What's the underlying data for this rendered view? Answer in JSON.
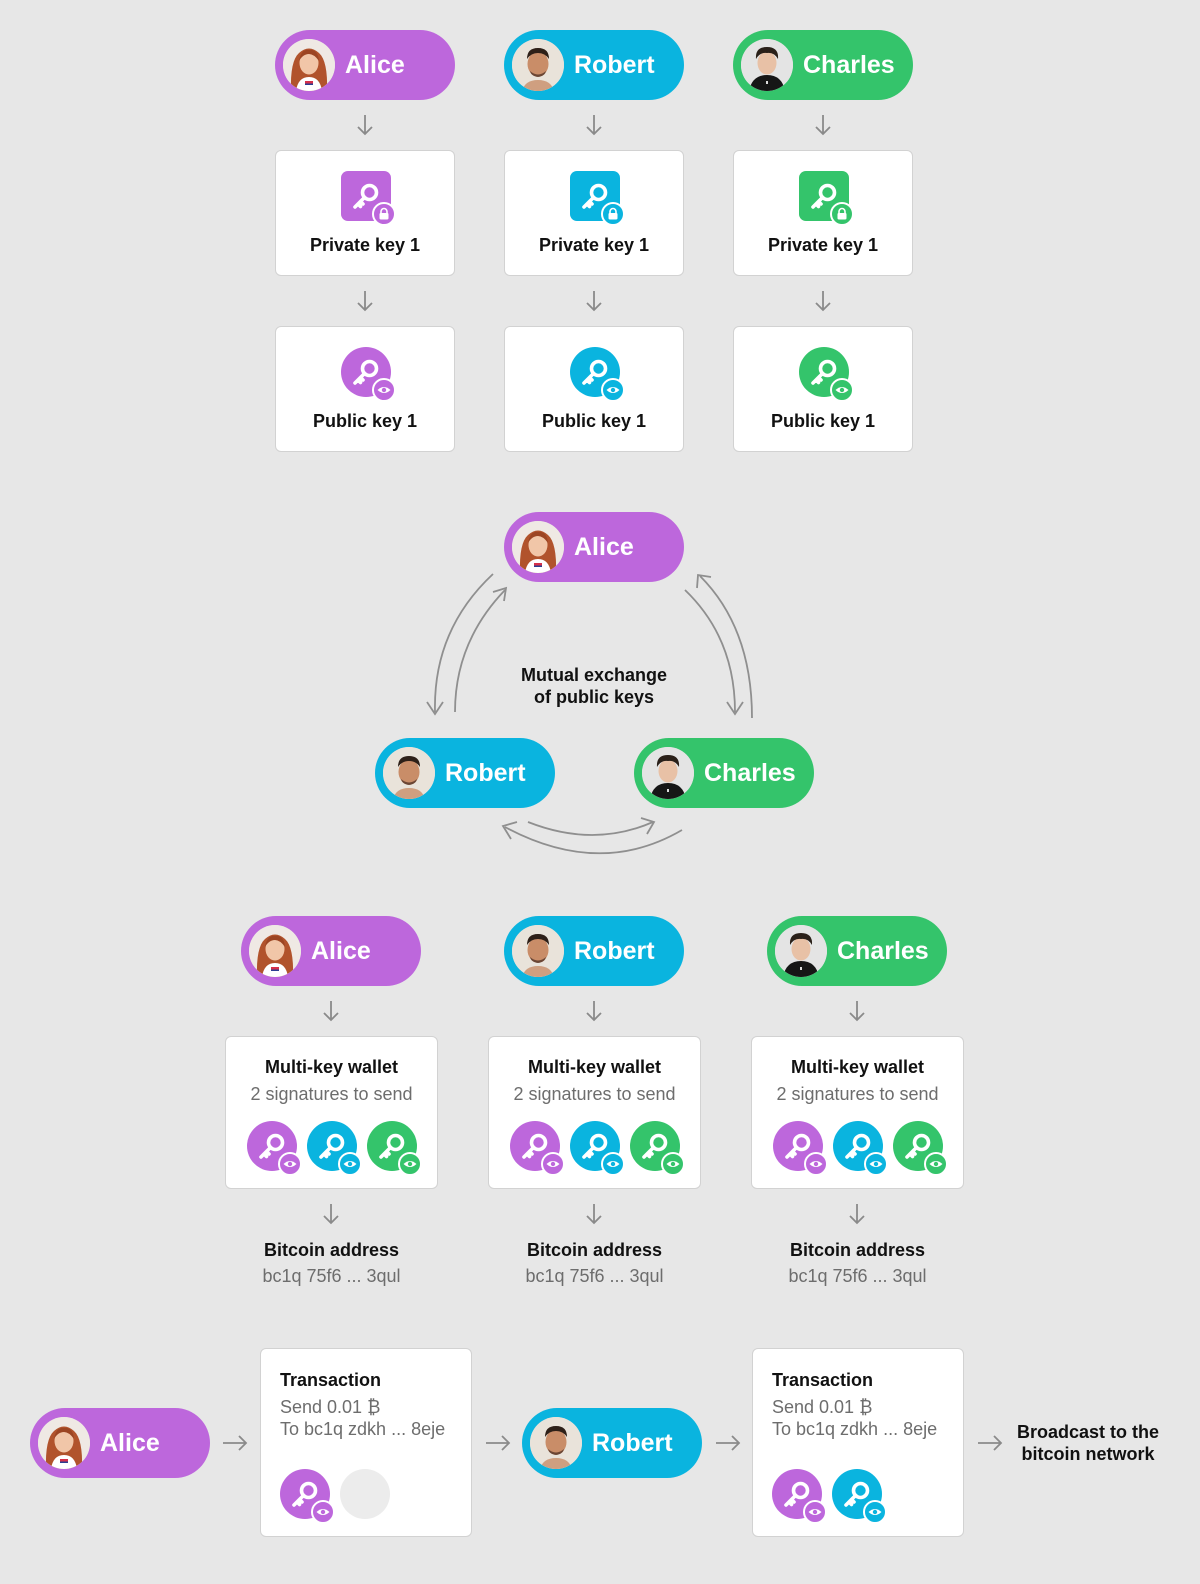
{
  "names": {
    "alice": "Alice",
    "robert": "Robert",
    "charles": "Charles"
  },
  "keys": {
    "private": "Private key 1",
    "public": "Public key 1"
  },
  "exchange": {
    "line1": "Mutual exchange",
    "line2": "of public keys"
  },
  "wallet": {
    "title": "Multi-key wallet",
    "subtitle": "2 signatures to send"
  },
  "address": {
    "title": "Bitcoin address",
    "value": "bc1q 75f6 ... 3qul"
  },
  "transaction": {
    "title": "Transaction",
    "amount": "Send 0.01 ₿",
    "to": "To bc1q zdkh ... 8eje"
  },
  "broadcast": {
    "line1": "Broadcast to the",
    "line2": "bitcoin network"
  },
  "colors": {
    "alice": "#bd67dc",
    "robert": "#0ab4df",
    "charles": "#34c46b",
    "background": "#e7e7e7"
  },
  "icons": {
    "private_key": "key-lock-icon",
    "public_key": "key-eye-icon",
    "arrow": "arrow-down-icon",
    "avatar": "avatar"
  }
}
